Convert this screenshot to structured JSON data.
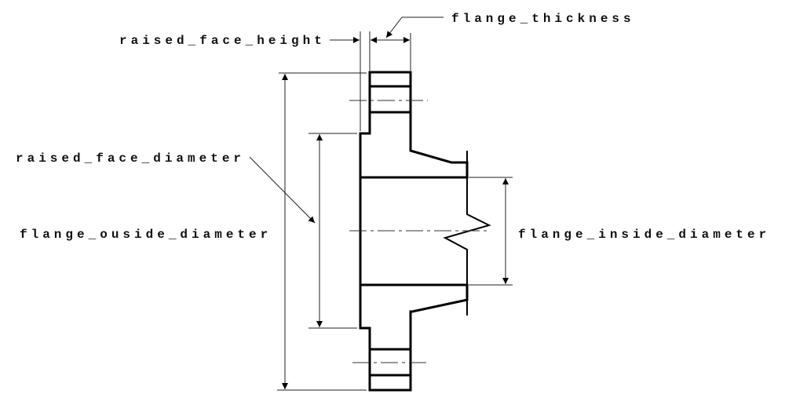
{
  "diagram": {
    "title": "Flange dimension diagram",
    "labels": {
      "raised_face_height": "raised_face_height",
      "flange_thickness": "flange_thickness",
      "raised_face_diameter": "raised_face_diameter",
      "flange_outside_diameter": "flange_ouside_diameter",
      "flange_inside_diameter": "flange_inside_diameter"
    }
  }
}
